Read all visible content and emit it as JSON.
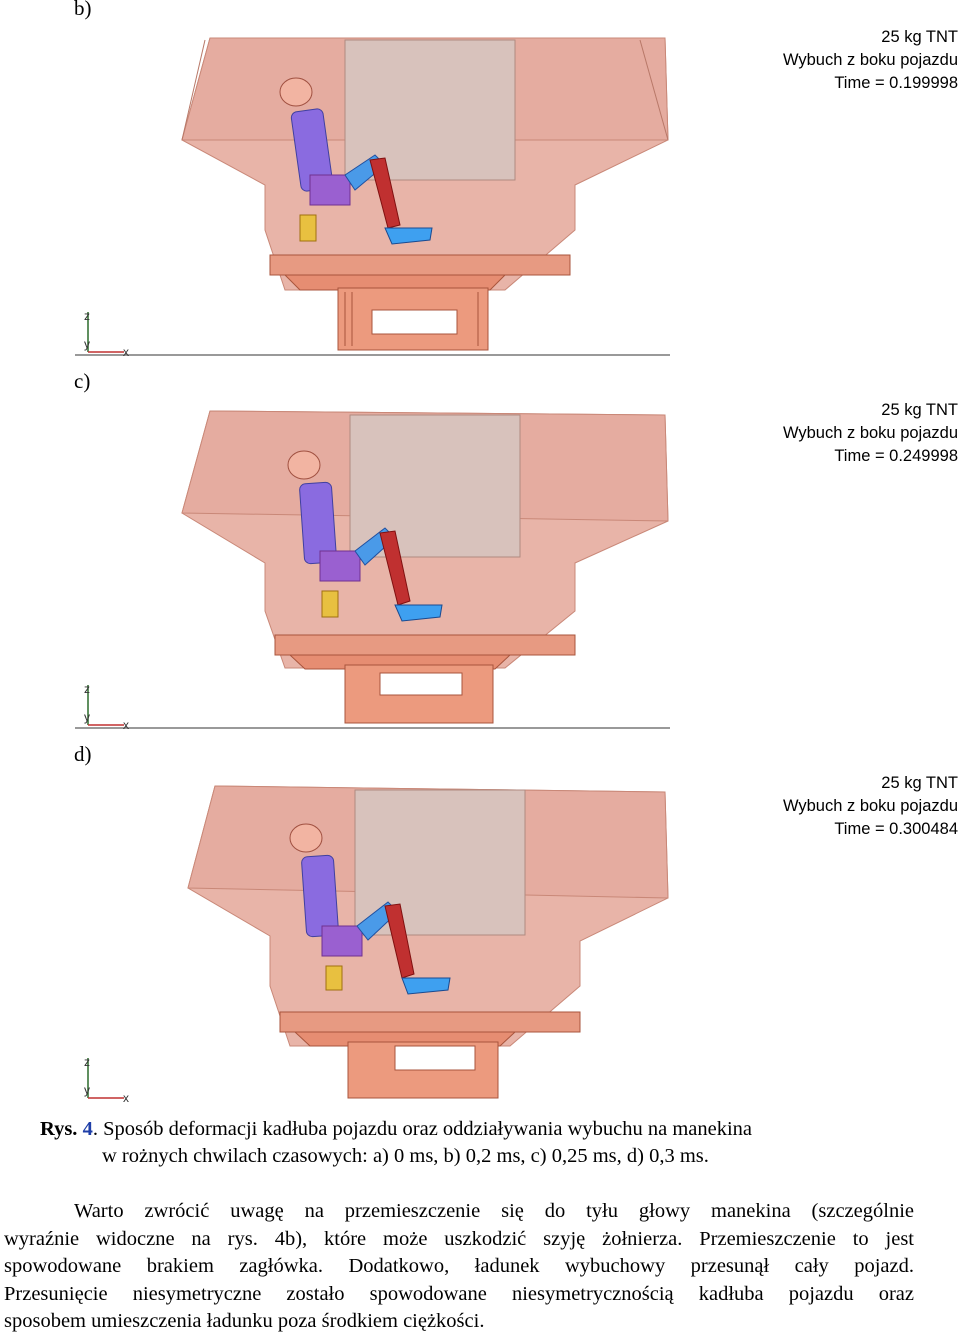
{
  "panels": [
    {
      "label": "b)",
      "title": "25 kg TNT",
      "subtitle": "Wybuch z boku pojazdu",
      "time": "Time = 0.199998"
    },
    {
      "label": "c)",
      "title": "25 kg TNT",
      "subtitle": "Wybuch z boku pojazdu",
      "time": "Time = 0.249998"
    },
    {
      "label": "d)",
      "title": "25 kg TNT",
      "subtitle": "Wybuch z boku pojazdu",
      "time": "Time = 0.300484"
    }
  ],
  "axes": {
    "z": "z",
    "y": "y",
    "x": "x"
  },
  "caption": {
    "number": "Rys. ",
    "number2": "4",
    "line1": ". Sposób deformacji kadłuba pojazdu oraz oddziaływania wybuchu na manekina",
    "line2": "w rożnych chwilach czasowych: a) 0 ms, b) 0,2 ms, c) 0,25 ms, d) 0,3 ms."
  },
  "paragraph": [
    "Warto zwrócić uwagę na przemieszczenie się do tyłu głowy manekina (szczególnie",
    "wyraźnie widoczne na rys. 4b), które może uszkodzić szyję żołnierza. Przemieszczenie to jest",
    "spowodowane brakiem zagłówka. Dodatkowo, ładunek wybuchowy przesunął cały pojazd.",
    "Przesunięcie niesymetryczne zostało spowodowane niesymetrycznością kadłuba pojazdu oraz",
    "sposobem umieszczenia ładunku poza środkiem ciężkości."
  ]
}
